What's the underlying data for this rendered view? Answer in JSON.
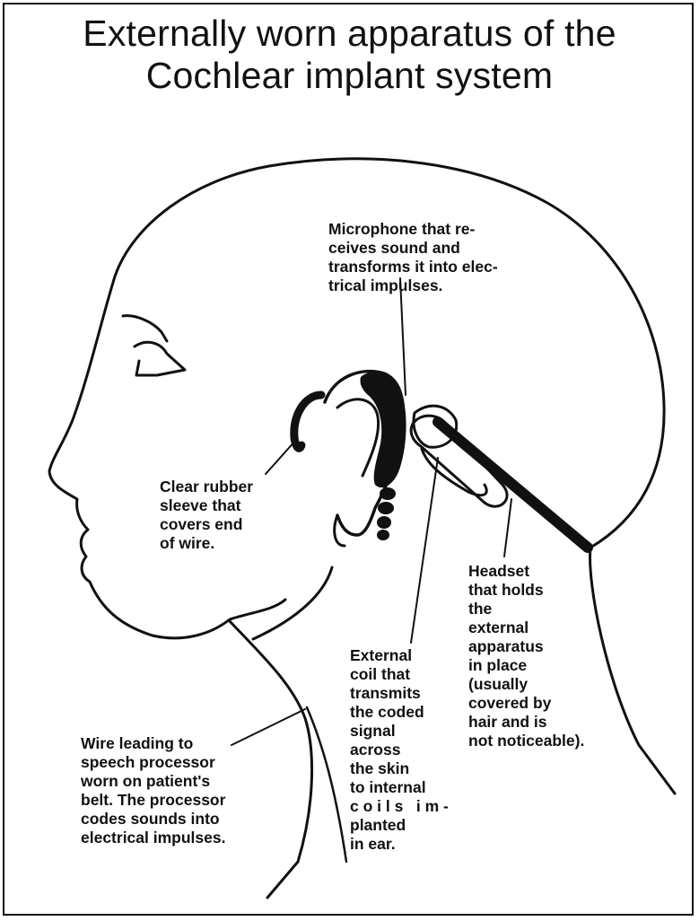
{
  "title": {
    "line1": "Externally worn apparatus of the",
    "line2": "Cochlear implant system"
  },
  "labels": {
    "microphone": [
      "Microphone that re-",
      "ceives sound and",
      "transforms it into elec-",
      "trical impulses."
    ],
    "sleeve": [
      "Clear rubber",
      "sleeve that",
      "covers end",
      "of wire."
    ],
    "headset": [
      "Headset",
      "that holds",
      "the",
      "external",
      "apparatus",
      "in place",
      "(usually",
      "covered by",
      "hair and is",
      "not noticeable)."
    ],
    "coil": [
      "External",
      "coil that",
      "transmits",
      "the coded",
      "signal",
      "across",
      "the skin",
      "to internal",
      "c o i l s   i m -",
      "planted",
      "in ear."
    ],
    "wire": [
      "Wire leading to",
      "speech processor",
      "worn on patient's",
      "belt. The processor",
      "codes sounds into",
      "electrical impulses."
    ]
  }
}
